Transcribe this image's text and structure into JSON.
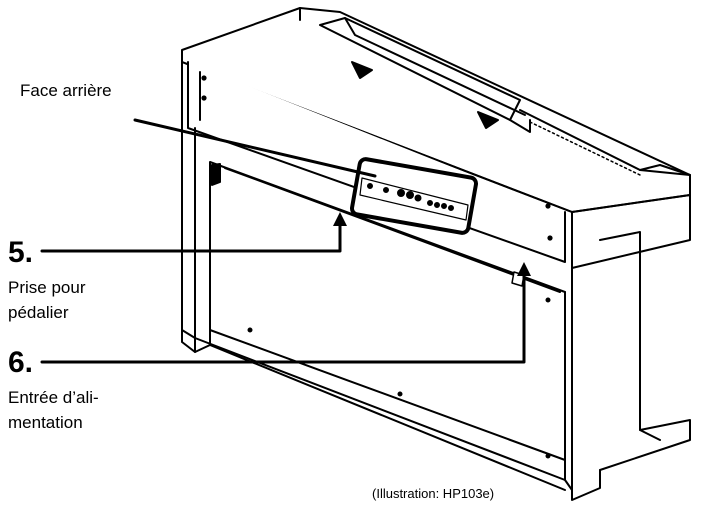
{
  "labels": {
    "rear_panel": "Face arrière",
    "item5_number": "5.",
    "item5_line1": "Prise pour",
    "item5_line2": "pédalier",
    "item6_number": "6.",
    "item6_line1": "Entrée d’ali-",
    "item6_line2": "mentation"
  },
  "caption": "(Illustration: HP103e)",
  "colors": {
    "line": "#000000",
    "background": "#ffffff",
    "panel_fill": "#ffffff"
  }
}
